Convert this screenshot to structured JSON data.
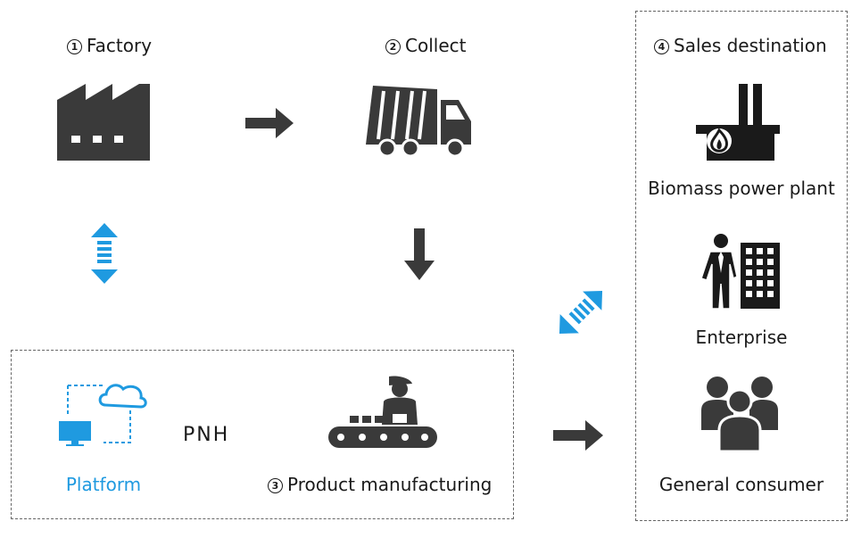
{
  "steps": {
    "factory": {
      "num": "1",
      "label": "Factory"
    },
    "collect": {
      "num": "2",
      "label": "Collect"
    },
    "manufacturing": {
      "num": "3",
      "label": "Product manufacturing"
    },
    "sales": {
      "num": "4",
      "label": "Sales destination"
    }
  },
  "destinations": [
    {
      "label": "Biomass power plant",
      "icon": "power-plant-icon"
    },
    {
      "label": "Enterprise",
      "icon": "businessman-building-icon"
    },
    {
      "label": "General consumer",
      "icon": "people-group-icon"
    }
  ],
  "platform": {
    "label": "Platform",
    "brand": "PNH"
  },
  "colors": {
    "dark": "#3a3a3a",
    "accent": "#1f9ae0",
    "dash": "#666666"
  }
}
